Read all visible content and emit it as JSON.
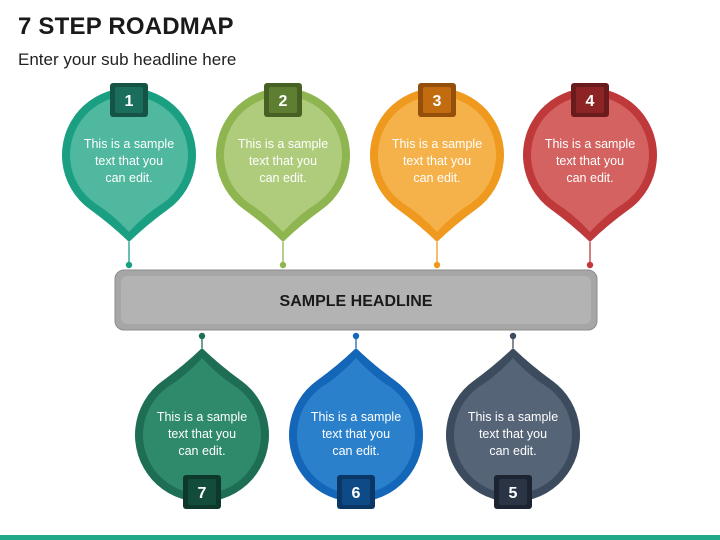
{
  "header": {
    "title": "7 STEP ROADMAP",
    "subtitle": "Enter your sub headline here"
  },
  "headline": "SAMPLE HEADLINE",
  "steps": [
    {
      "number": "1",
      "text": [
        "This is a sample",
        "text that you",
        "can edit."
      ],
      "outer": "#1a9f82",
      "inner": "#4fb89f",
      "badge": "#1c6e5c",
      "badge_dark": "#155345"
    },
    {
      "number": "2",
      "text": [
        "This is a sample",
        "text that you",
        "can edit."
      ],
      "outer": "#8fb550",
      "inner": "#aecc7b",
      "badge": "#5e7f32",
      "badge_dark": "#476125"
    },
    {
      "number": "3",
      "text": [
        "This is a sample",
        "text that you",
        "can edit."
      ],
      "outer": "#ef9a1e",
      "inner": "#f5b24a",
      "badge": "#c26b0f",
      "badge_dark": "#94500b"
    },
    {
      "number": "4",
      "text": [
        "This is a sample",
        "text that you",
        "can edit."
      ],
      "outer": "#c0393a",
      "inner": "#d36260",
      "badge": "#8c2425",
      "badge_dark": "#6a1b1c"
    },
    {
      "number": "5",
      "text": [
        "This is a sample",
        "text that you",
        "can edit."
      ],
      "outer": "#3d4b5e",
      "inner": "#566478",
      "badge": "#2a3444",
      "badge_dark": "#1c2431"
    },
    {
      "number": "6",
      "text": [
        "This is a sample",
        "text that you",
        "can edit."
      ],
      "outer": "#1466b9",
      "inner": "#2b80cc",
      "badge": "#0e4a86",
      "badge_dark": "#0a3765"
    },
    {
      "number": "7",
      "text": [
        "This is a sample",
        "text that you",
        "can edit."
      ],
      "outer": "#1d6e55",
      "inner": "#2e8a6a",
      "badge": "#134c3b",
      "badge_dark": "#0d382b"
    }
  ],
  "colors": {
    "headline_bar": "#a6a6a6",
    "headline_bar_border": "#8c8c8c",
    "bottom_bar": "#22a98a"
  }
}
